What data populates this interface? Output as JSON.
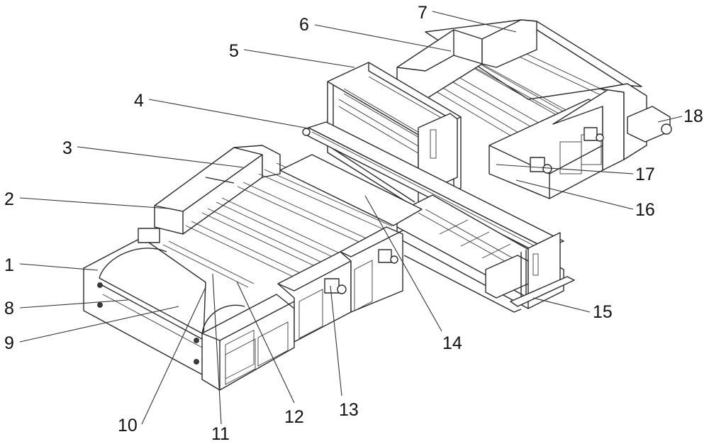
{
  "figure": {
    "type": "patent-style isometric line drawing of a multi-station roller machine with gantry",
    "callouts": [
      {
        "id": "1",
        "label": "1"
      },
      {
        "id": "2",
        "label": "2"
      },
      {
        "id": "3",
        "label": "3"
      },
      {
        "id": "4",
        "label": "4"
      },
      {
        "id": "5",
        "label": "5"
      },
      {
        "id": "6",
        "label": "6"
      },
      {
        "id": "7",
        "label": "7"
      },
      {
        "id": "8",
        "label": "8"
      },
      {
        "id": "9",
        "label": "9"
      },
      {
        "id": "10",
        "label": "10"
      },
      {
        "id": "11",
        "label": "11"
      },
      {
        "id": "12",
        "label": "12"
      },
      {
        "id": "13",
        "label": "13"
      },
      {
        "id": "14",
        "label": "14"
      },
      {
        "id": "15",
        "label": "15"
      },
      {
        "id": "16",
        "label": "16"
      },
      {
        "id": "17",
        "label": "17"
      },
      {
        "id": "18",
        "label": "18"
      }
    ]
  }
}
